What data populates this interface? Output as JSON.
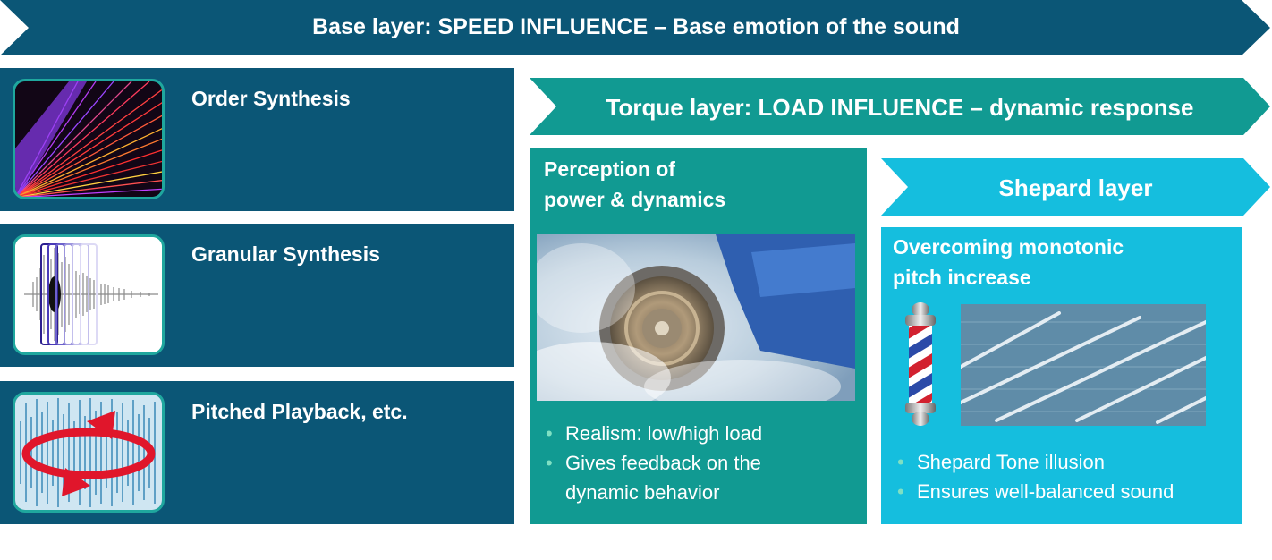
{
  "base_layer": {
    "title": "Base layer: SPEED INFLUENCE – Base emotion of the sound"
  },
  "synthesis_methods": [
    {
      "label": "Order Synthesis",
      "icon": "order-synthesis-lines-icon"
    },
    {
      "label": "Granular Synthesis",
      "icon": "granular-waveform-icon"
    },
    {
      "label": "Pitched Playback, etc.",
      "icon": "pitched-playback-loop-icon"
    }
  ],
  "torque_layer": {
    "title": "Torque layer: LOAD INFLUENCE – dynamic response",
    "panel_title": "Perception of\npower & dynamics",
    "panel_title_lines": [
      "Perception of",
      "power & dynamics"
    ],
    "image": "spinning-tire-smoke-image",
    "bullets": [
      "Realism: low/high load",
      "Gives feedback on the",
      "dynamic behavior"
    ]
  },
  "shepard_layer": {
    "title": "Shepard layer",
    "panel_title_lines": [
      "Overcoming monotonic",
      "pitch increase"
    ],
    "icons": [
      "barber-pole-icon",
      "spectrogram-image"
    ],
    "bullets": [
      "Shepard Tone illusion",
      "Ensures well-balanced sound"
    ]
  },
  "colors": {
    "base": "#0b5676",
    "torque": "#119a92",
    "shepard": "#15bede",
    "bullet": "#7fe0c3"
  }
}
